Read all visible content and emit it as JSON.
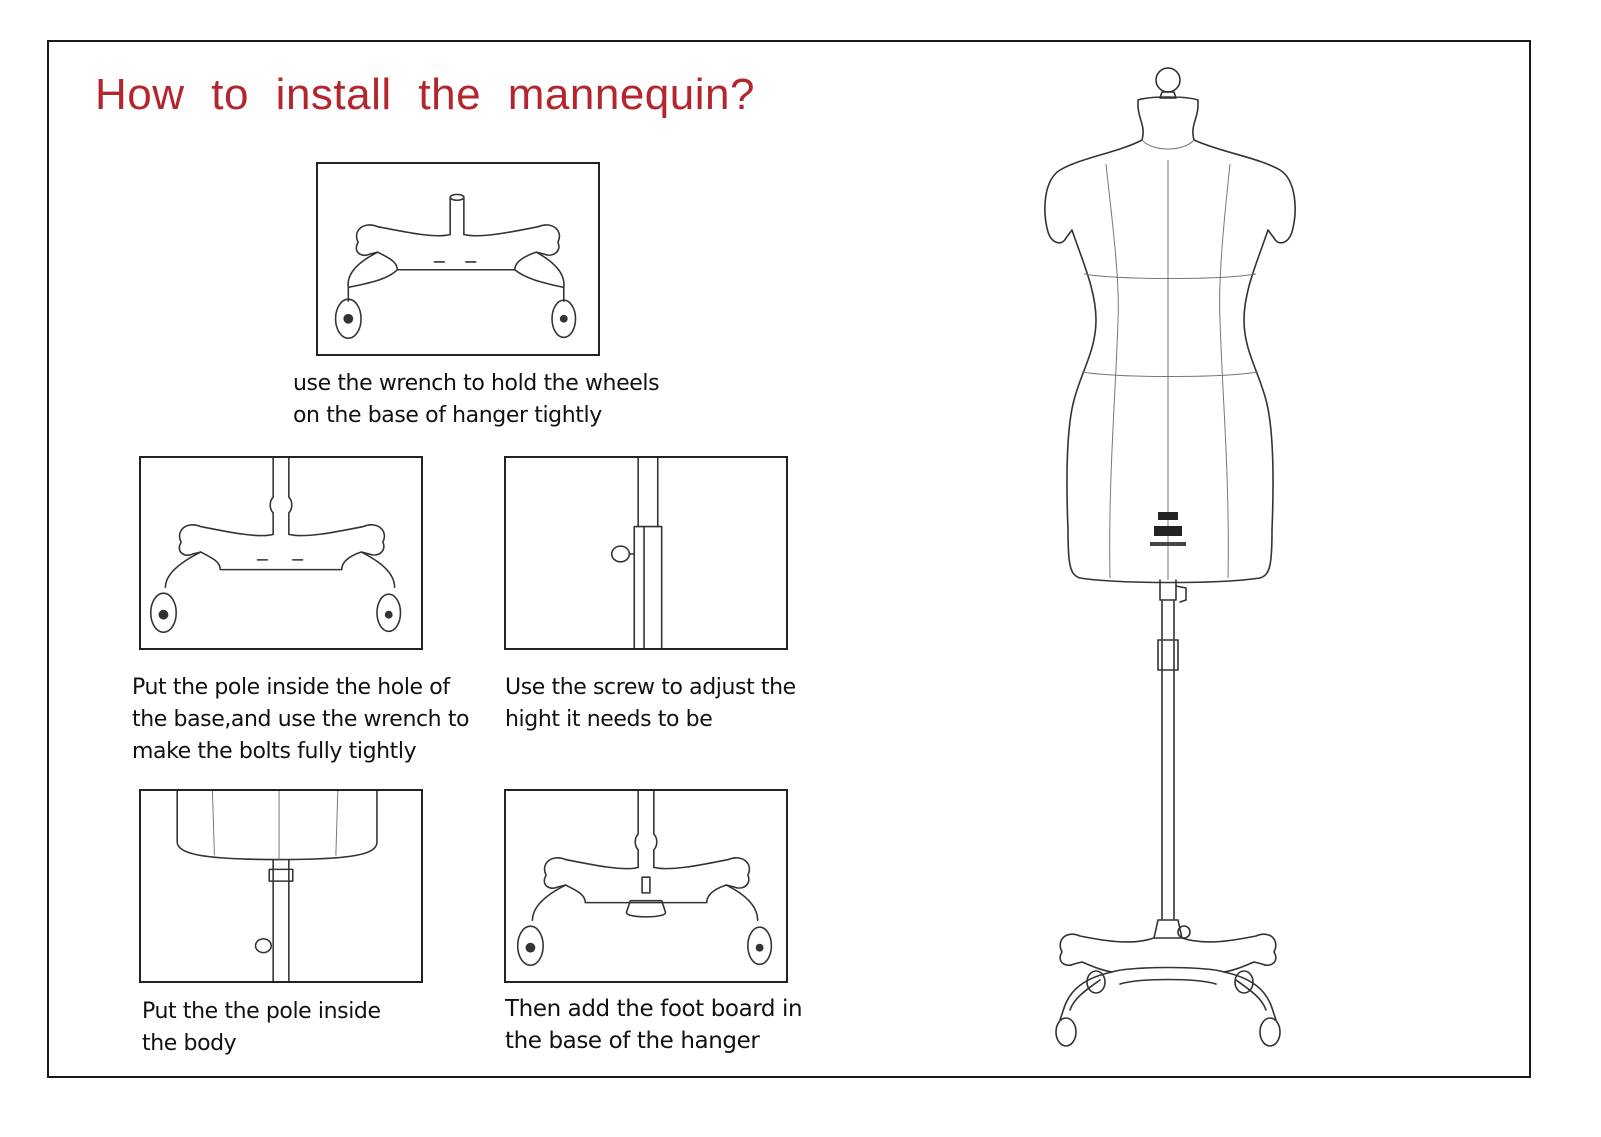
{
  "title": "How to install the mannequin?",
  "steps": [
    {
      "id": "wheels",
      "lines": [
        "use the wrench to hold the wheels",
        "on the base of hanger tightly"
      ]
    },
    {
      "id": "pole",
      "lines": [
        "Put the pole inside the hole of",
        "the base,and use the wrench to",
        "make the bolts fully tightly"
      ]
    },
    {
      "id": "screw",
      "lines": [
        "Use the screw to adjust the",
        "hight it needs to be"
      ]
    },
    {
      "id": "body",
      "lines": [
        "Put the the pole inside",
        "the body"
      ]
    },
    {
      "id": "footboard",
      "lines": [
        "Then add the foot board in",
        "the base of the hanger"
      ]
    }
  ],
  "colors": {
    "title": "#b3262d",
    "line": "#333333"
  },
  "icons": [
    "base-with-wheels-drawing",
    "pole-screw-drawing",
    "body-on-pole-drawing",
    "dress-form-mannequin-drawing"
  ]
}
